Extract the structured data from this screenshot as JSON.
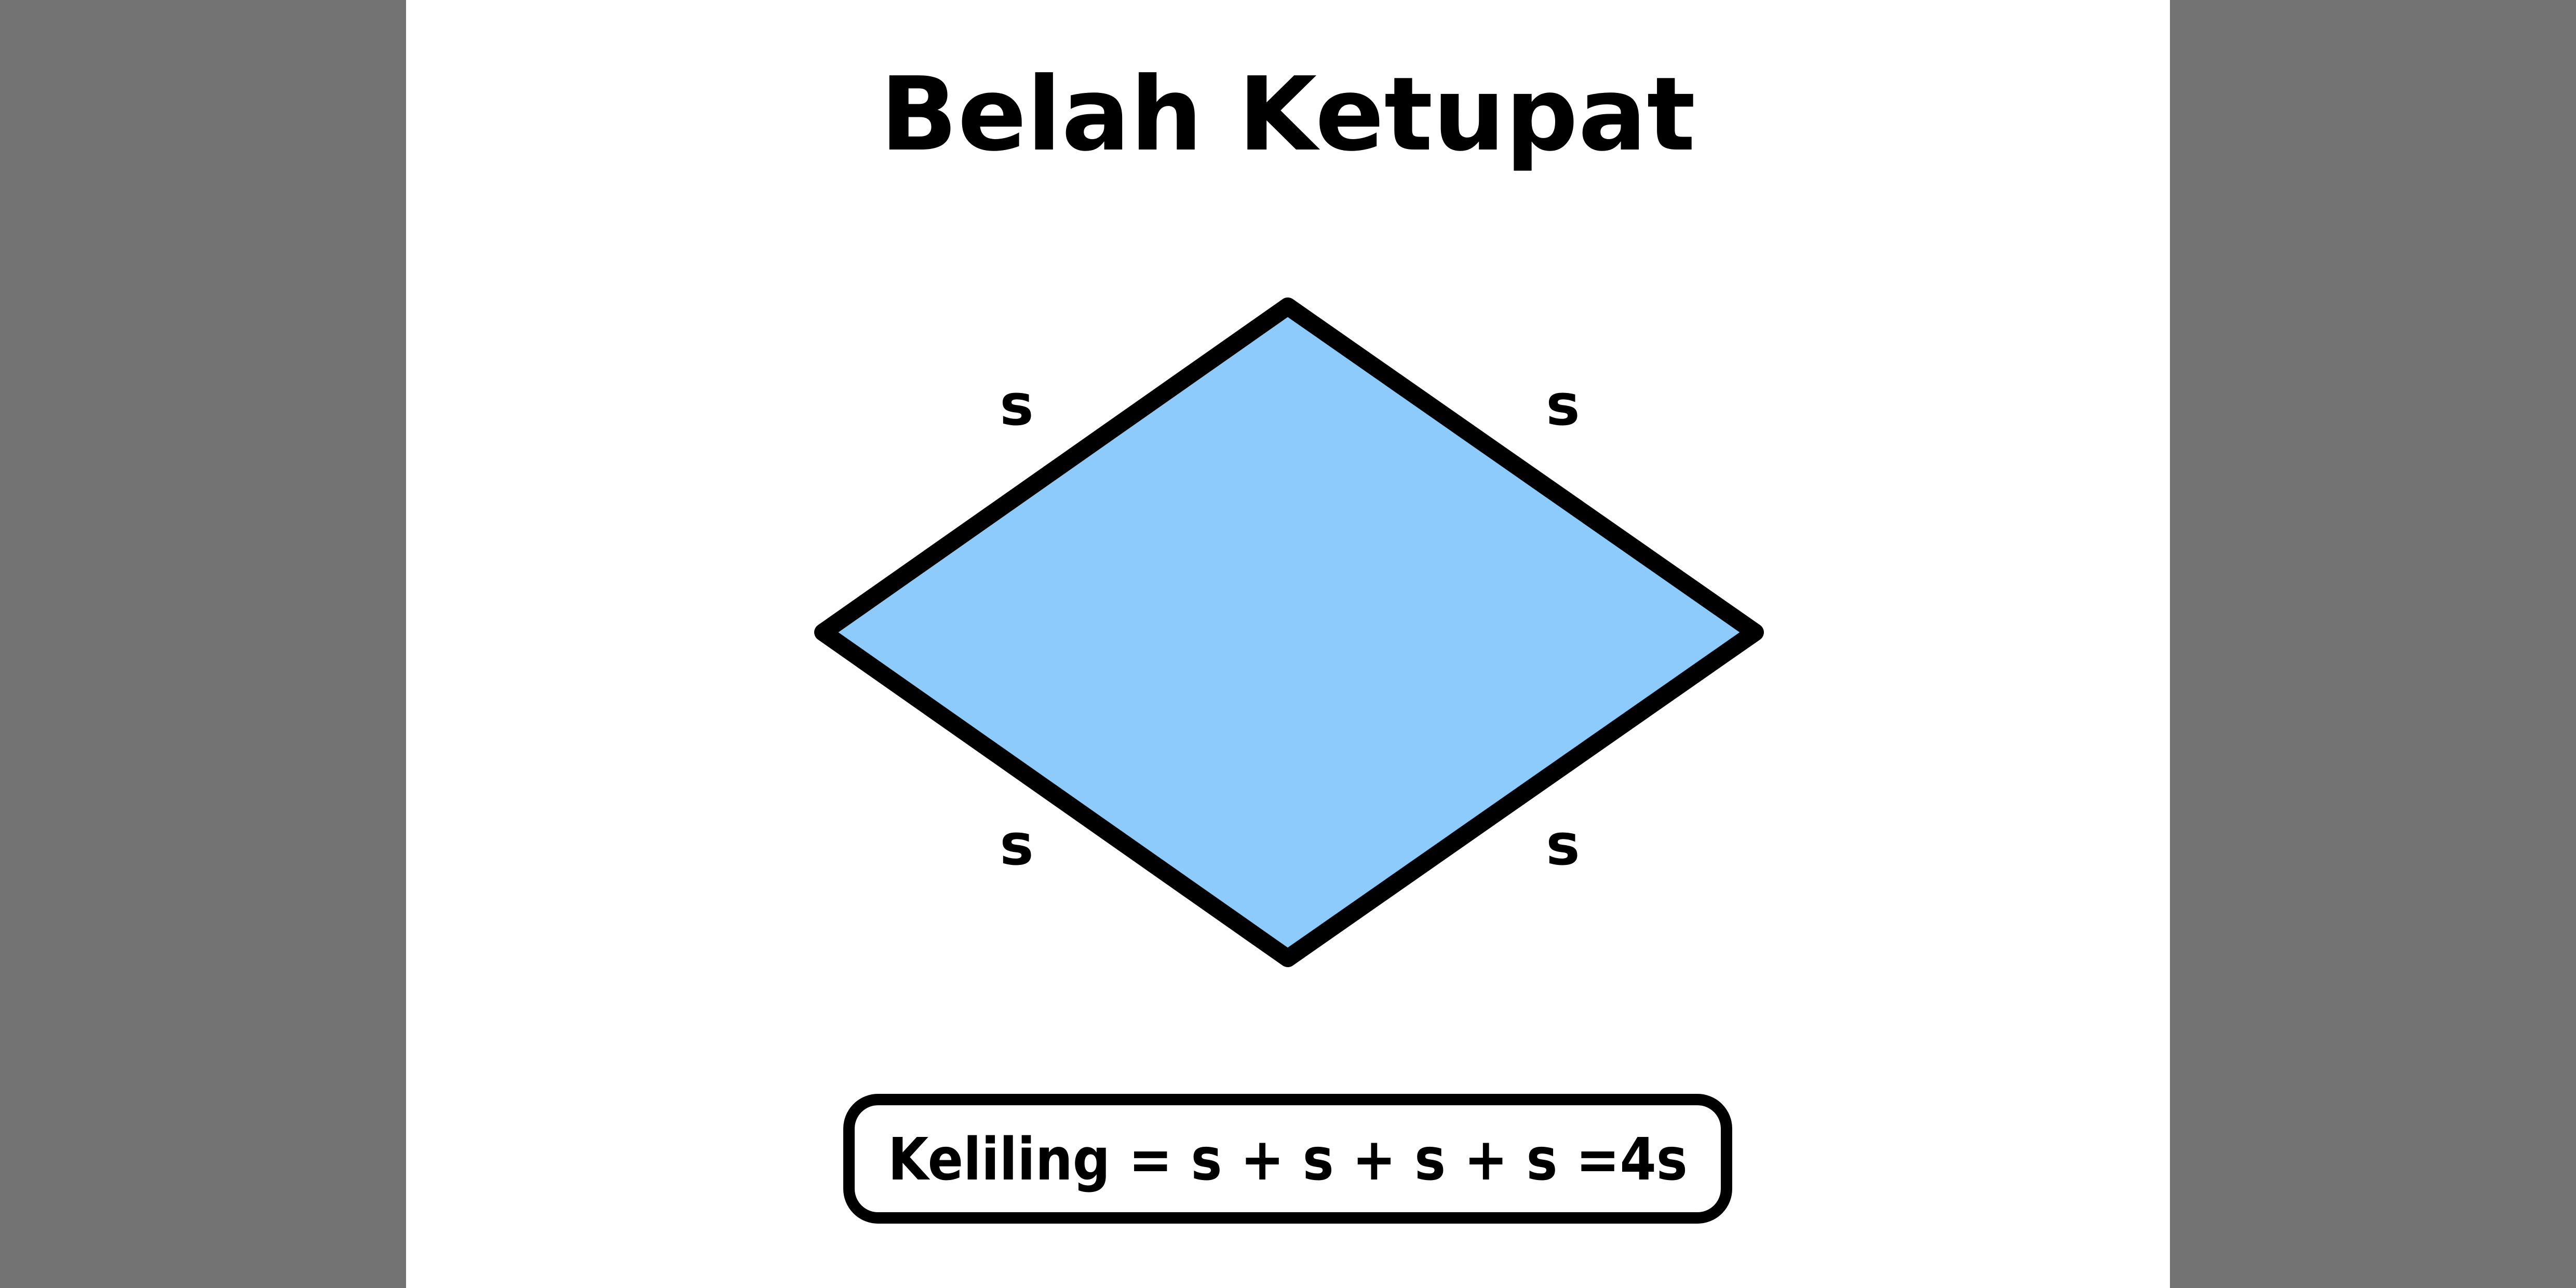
{
  "title": "Belah Ketupat",
  "shape": {
    "name": "rhombus",
    "fill_color": "#8ecbfd",
    "stroke_color": "#000000"
  },
  "side_labels": {
    "top_left": "s",
    "top_right": "s",
    "bottom_left": "s",
    "bottom_right": "s"
  },
  "formula": "Keliling = s + s + s + s =4s"
}
